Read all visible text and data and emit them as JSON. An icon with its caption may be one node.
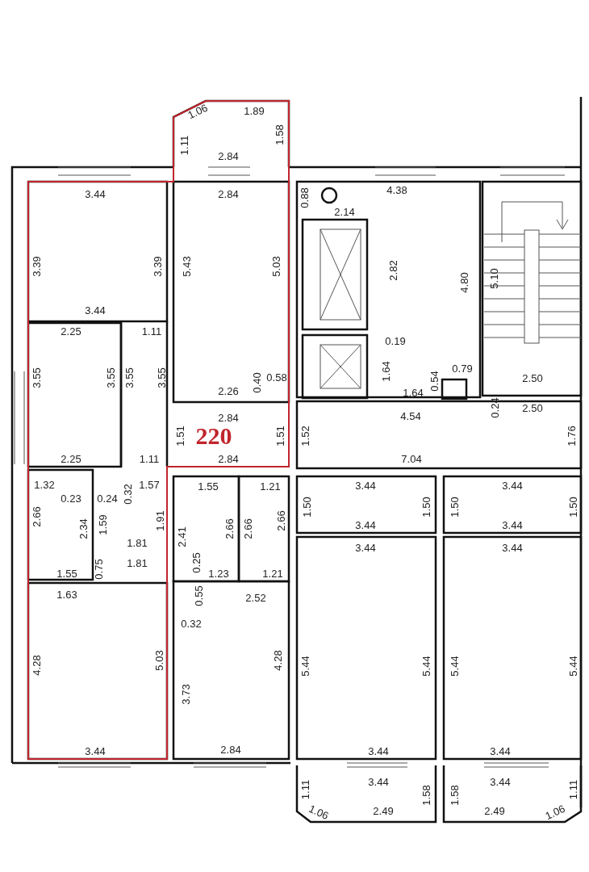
{
  "diagram": {
    "labels": [
      "1.06",
      "1.89",
      "1.11",
      "1.58",
      "2.84",
      "3.44",
      "2.84",
      "0.88",
      "4.38",
      "2.14",
      "3.39",
      "3.39",
      "5.43",
      "5.03",
      "2.82",
      "4.80",
      "5.10",
      "3.44",
      "2.25",
      "1.11",
      "0.19",
      "3.55",
      "3.55",
      "3.55",
      "3.55",
      "2.26",
      "0.40",
      "0.58",
      "1.64",
      "0.54",
      "0.79",
      "2.50",
      "1.64",
      "4.54",
      "0.24",
      "2.50",
      "2.84",
      "1.51",
      "220",
      "1.51",
      "1.52",
      "1.76",
      "2.25",
      "1.11",
      "2.84",
      "7.04",
      "1.32",
      "1.57",
      "1.55",
      "1.21",
      "3.44",
      "3.44",
      "0.23",
      "0.24",
      "0.32",
      "2.66",
      "2.34",
      "1.59",
      "1.91",
      "2.41",
      "2.66",
      "2.66",
      "2.66",
      "1.50",
      "1.50",
      "1.50",
      "1.50",
      "3.44",
      "3.44",
      "1.81",
      "3.44",
      "3.44",
      "1.81",
      "0.75",
      "0.25",
      "1.55",
      "1.23",
      "1.21",
      "1.63",
      "0.55",
      "2.52",
      "0.32",
      "4.28",
      "5.03",
      "4.28",
      "5.44",
      "5.44",
      "5.44",
      "5.44",
      "3.73",
      "3.44",
      "2.84",
      "3.44",
      "3.44",
      "3.44",
      "3.44",
      "1.11",
      "1.58",
      "1.58",
      "1.11",
      "1.06",
      "2.49",
      "2.49",
      "1.06"
    ]
  }
}
